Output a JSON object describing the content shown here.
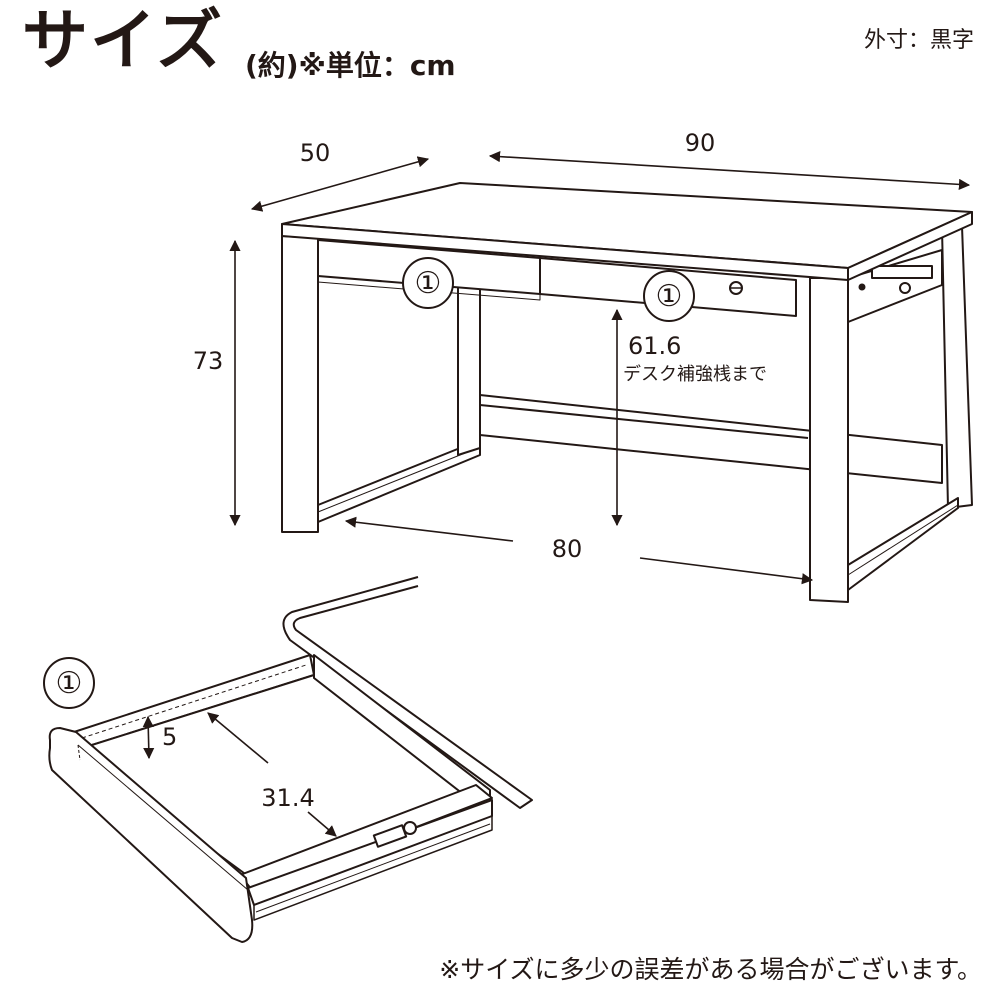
{
  "header": {
    "title": "サイズ",
    "subtitle": "(約)※単位：cm",
    "legend": "外寸：黒字"
  },
  "desk": {
    "depth": "50",
    "width": "90",
    "height": "73",
    "under_height": "61.6",
    "under_height_note": "デスク補強桟まで",
    "inner_width": "80",
    "drawer_marker": "①"
  },
  "drawer_detail": {
    "marker": "①",
    "depth_label": "5",
    "inner_label": "31.4"
  },
  "footer": {
    "note": "※サイズに多少の誤差がある場合がございます。"
  }
}
